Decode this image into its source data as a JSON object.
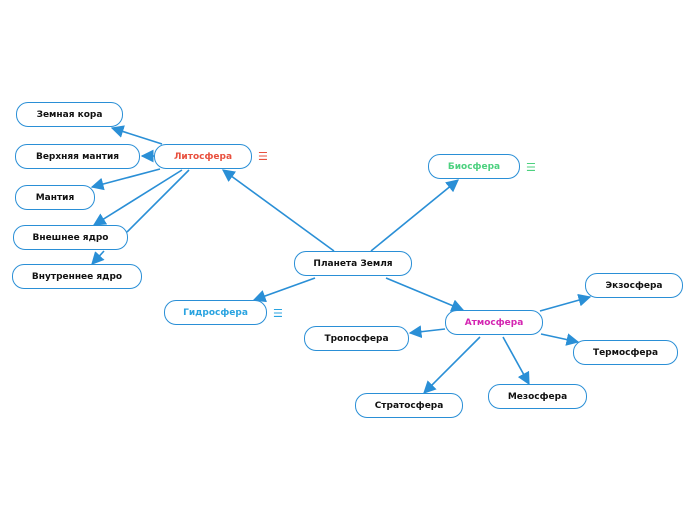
{
  "colors": {
    "edge": "#2a8fd6",
    "node_border": "#2a8fd6",
    "default_text": "#111111",
    "litosfera": "#e8503e",
    "biosfera": "#4cd17f",
    "gidrosfera": "#29a3e0",
    "atmosfera": "#d426b2"
  },
  "note_icon": "notes-icon",
  "nodes": {
    "root": {
      "label": "Планета Земля"
    },
    "litosfera": {
      "label": "Литосфера"
    },
    "biosfera": {
      "label": "Биосфера"
    },
    "gidrosfera": {
      "label": "Гидросфера"
    },
    "atmosfera": {
      "label": "Атмосфера"
    },
    "zemnaya_kora": {
      "label": "Земная кора"
    },
    "verkhnyaya_mantiya": {
      "label": "Верхняя мантия"
    },
    "mantiya": {
      "label": "Мантия"
    },
    "vneshnee_yadro": {
      "label": "Внешнее ядро"
    },
    "vnutrennee_yadro": {
      "label": "Внутреннее ядро"
    },
    "ekzosfera": {
      "label": "Экзосфера"
    },
    "troposfera": {
      "label": "Тропосфера"
    },
    "termosfera": {
      "label": "Термосфера"
    },
    "stratosfera": {
      "label": "Стратосфера"
    },
    "mezosfera": {
      "label": "Мезосфера"
    }
  }
}
